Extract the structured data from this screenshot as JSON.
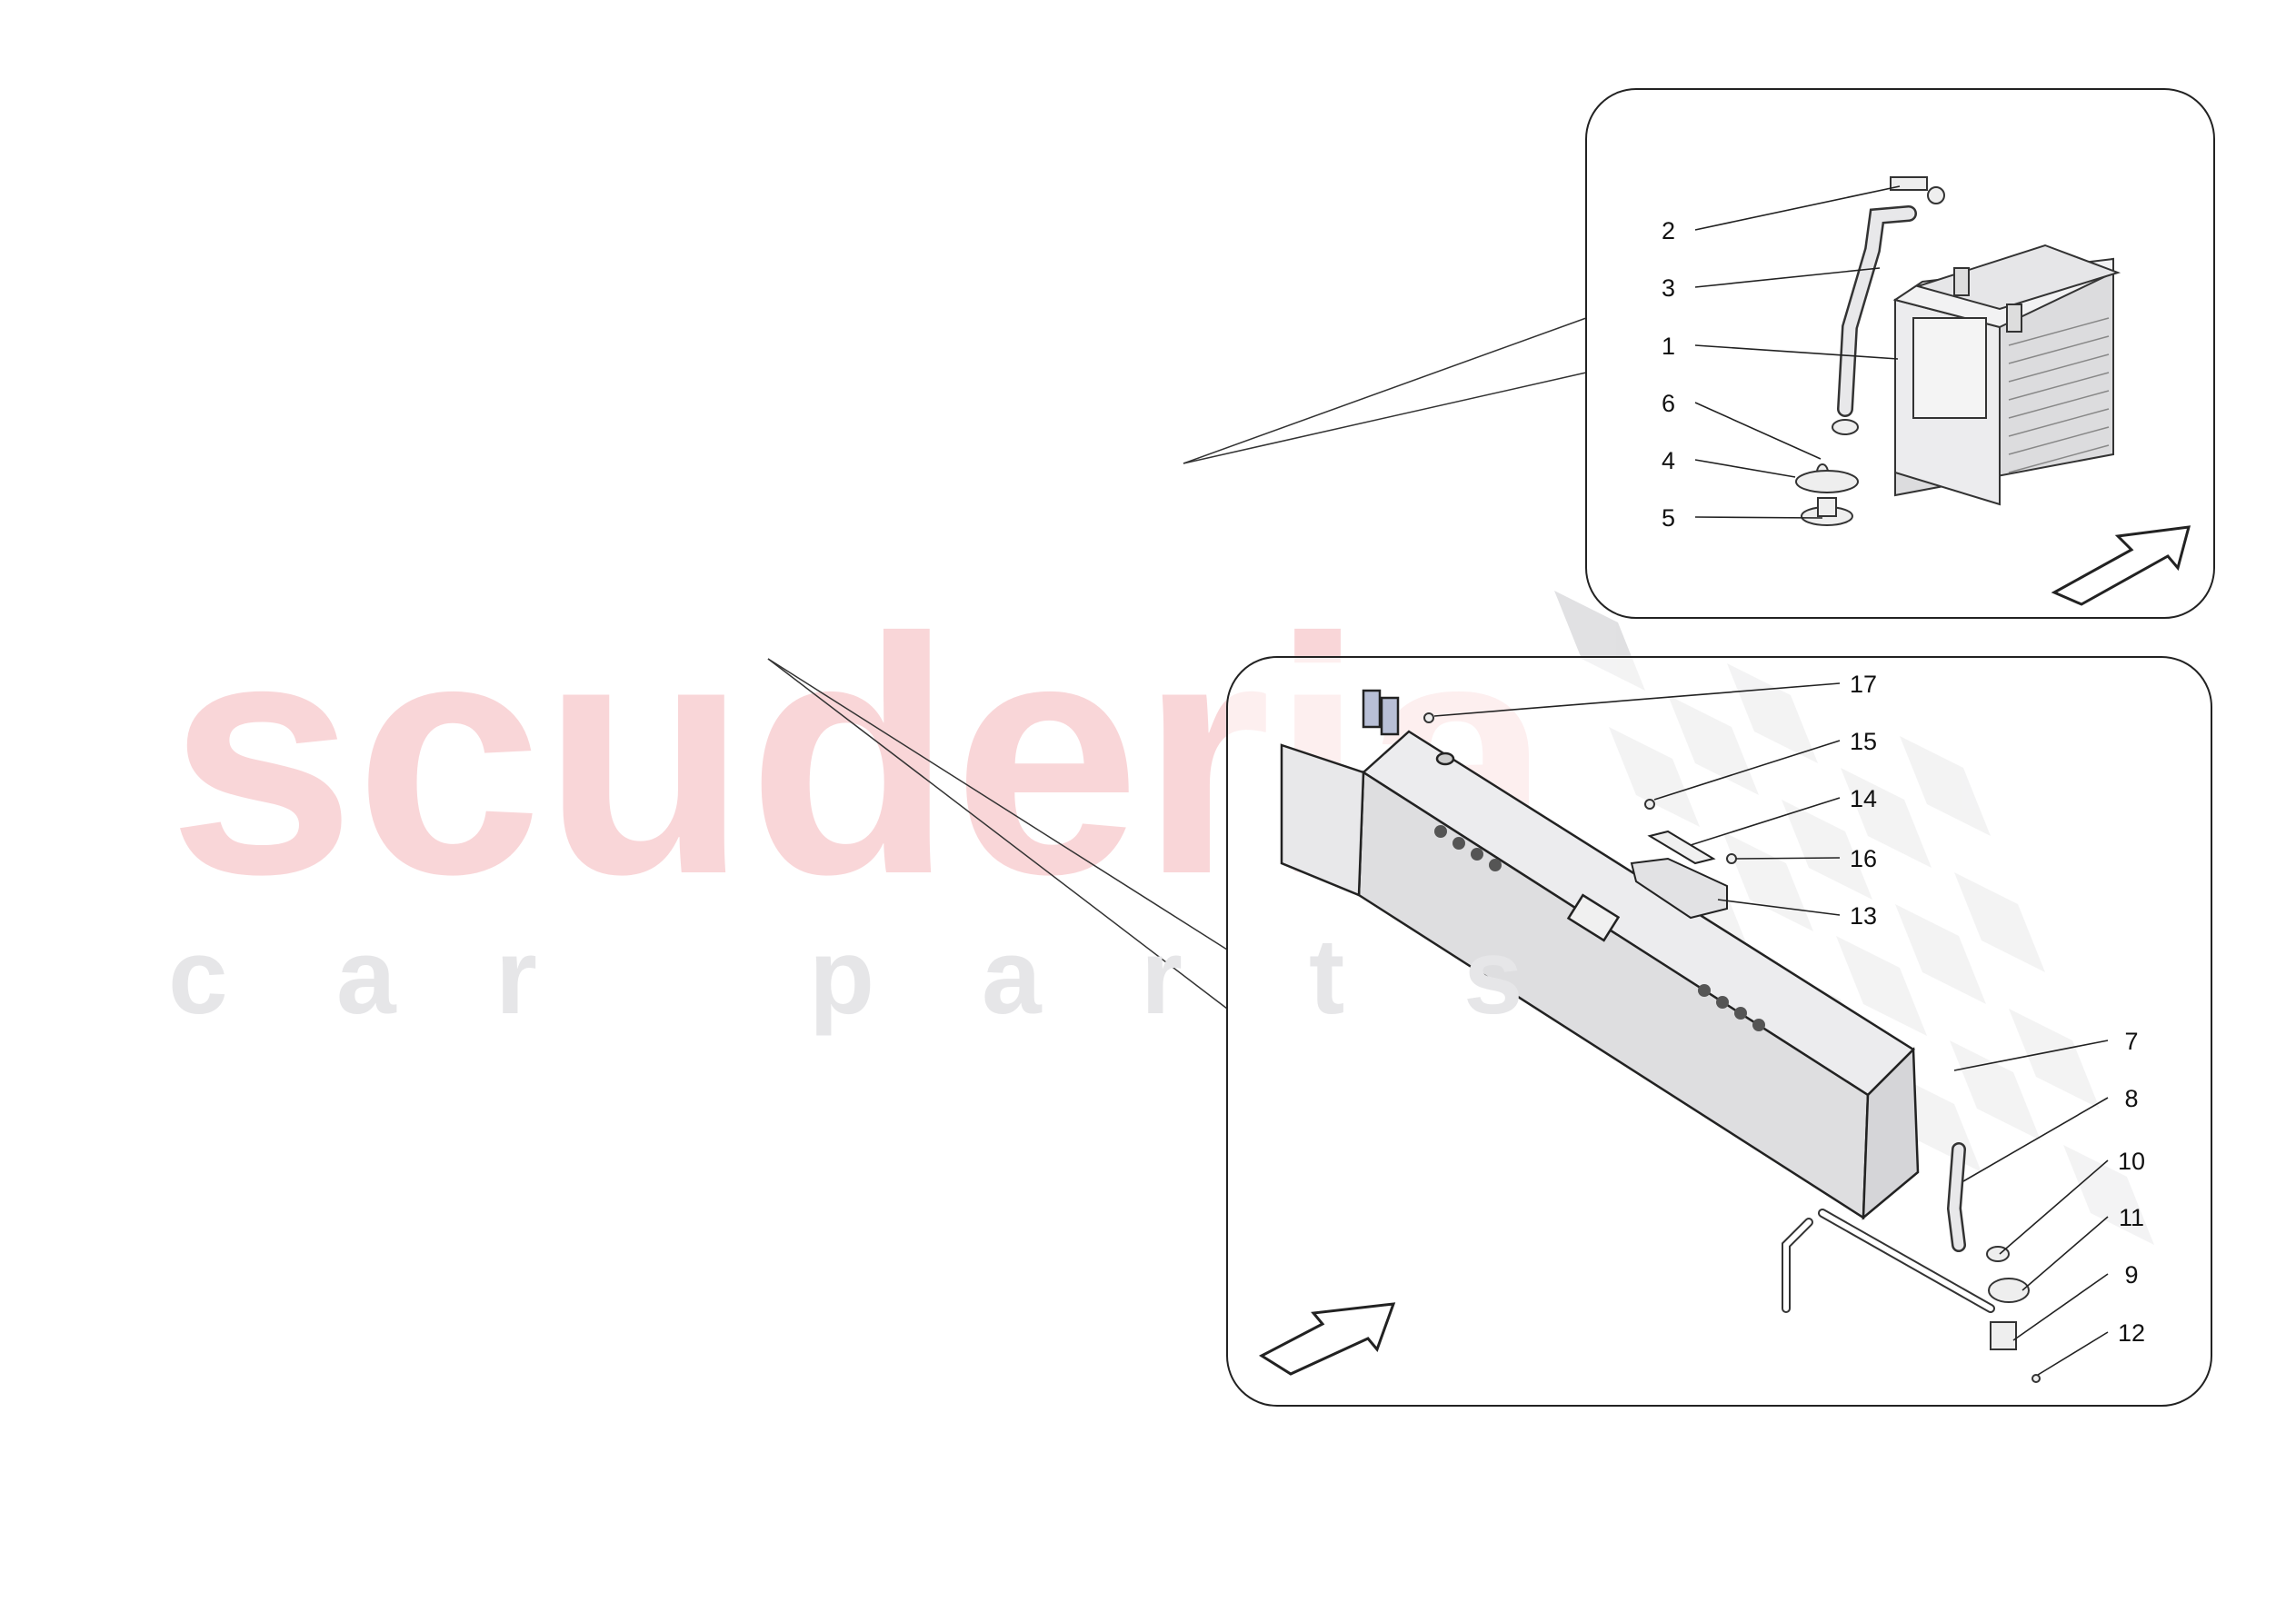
{
  "watermark": {
    "brand": "scuderia",
    "tagline": [
      "c",
      "a",
      "r",
      "p",
      "a",
      "r",
      "t",
      "s"
    ]
  },
  "colors": {
    "watermark_red": "#f7c9cc",
    "watermark_grey": "#e6e6e8",
    "frame": "#222222",
    "part_fill": "#e4e4e6"
  },
  "top_panel": {
    "callouts": [
      {
        "number": "2"
      },
      {
        "number": "3"
      },
      {
        "number": "1"
      },
      {
        "number": "6"
      },
      {
        "number": "4"
      },
      {
        "number": "5"
      }
    ],
    "direction_icon": "arrow-up-right-icon"
  },
  "bottom_panel": {
    "callouts_left": [
      {
        "number": "17"
      },
      {
        "number": "15"
      },
      {
        "number": "14"
      },
      {
        "number": "16"
      },
      {
        "number": "13"
      }
    ],
    "callouts_right": [
      {
        "number": "7"
      },
      {
        "number": "8"
      },
      {
        "number": "10"
      },
      {
        "number": "11"
      },
      {
        "number": "9"
      },
      {
        "number": "12"
      }
    ],
    "direction_icon": "arrow-up-right-icon"
  }
}
